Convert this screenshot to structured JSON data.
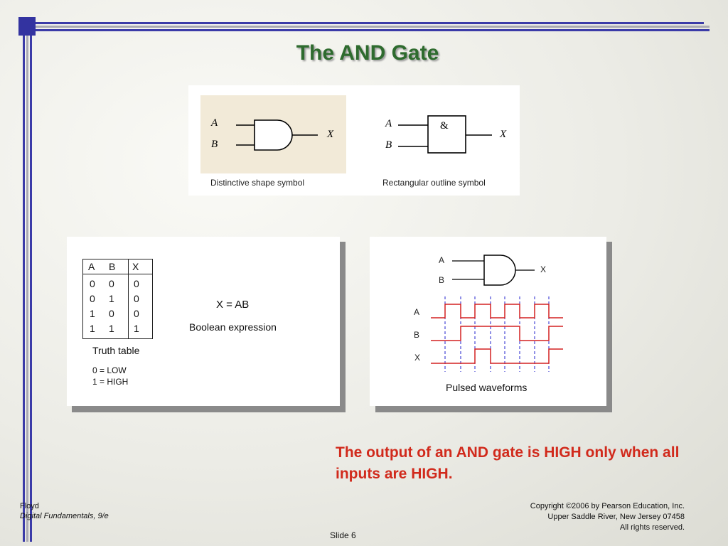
{
  "title": "The AND Gate",
  "symbols": {
    "distinctive": {
      "input_a": "A",
      "input_b": "B",
      "output": "X",
      "caption": "Distinctive shape symbol"
    },
    "rectangular": {
      "input_a": "A",
      "input_b": "B",
      "output": "X",
      "glyph": "&",
      "caption": "Rectangular outline symbol"
    }
  },
  "truth_table": {
    "headers": [
      "A",
      "B",
      "X"
    ],
    "rows": [
      [
        "0",
        "0",
        "0"
      ],
      [
        "0",
        "1",
        "0"
      ],
      [
        "1",
        "0",
        "0"
      ],
      [
        "1",
        "1",
        "1"
      ]
    ],
    "caption": "Truth table",
    "legend_low": "0 = LOW",
    "legend_high": "1 = HIGH"
  },
  "boolean": {
    "expression": "X = AB",
    "caption": "Boolean expression"
  },
  "waveforms": {
    "gate": {
      "input_a": "A",
      "input_b": "B",
      "output": "X"
    },
    "labels": [
      "A",
      "B",
      "X"
    ],
    "caption": "Pulsed waveforms"
  },
  "statement": "The output of an AND gate is HIGH only when all inputs are HIGH.",
  "footer": {
    "author": "Floyd",
    "book": "Digital Fundamentals, 9/e",
    "copyright": "Copyright ©2006 by Pearson Education, Inc.",
    "address": "Upper Saddle River, New Jersey 07458",
    "rights": "All rights reserved.",
    "slide": "Slide 6"
  },
  "colors": {
    "title": "#2e6b2e",
    "accent_frame": "#3333a0",
    "statement": "#d12a1c",
    "waveform": "#d42020",
    "clock_guides": "#2222cc",
    "symbol_bg": "#f2ead8"
  }
}
